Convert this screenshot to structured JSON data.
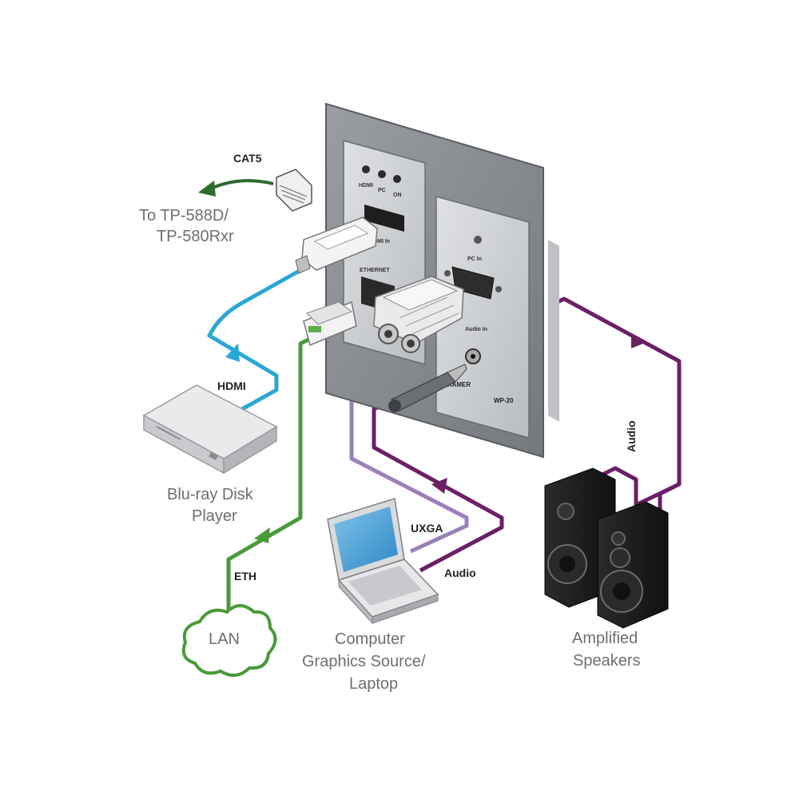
{
  "colors": {
    "hdmi": "#2aa7d4",
    "eth": "#4b9a3a",
    "cat5": "#2e6b2e",
    "uxga": "#9a80b8",
    "audio": "#6b1f66",
    "plate": "#8a8d92",
    "panel": "#c9ccd0"
  },
  "labels": {
    "cat5": "CAT5",
    "to_receiver_line1": "To TP-588D/",
    "to_receiver_line2": "TP-580Rxr",
    "hdmi": "HDMI",
    "bluray_line1": "Blu-ray Disk",
    "bluray_line2": "Player",
    "eth": "ETH",
    "lan": "LAN",
    "uxga": "UXGA",
    "audio_laptop": "Audio",
    "audio_speakers": "Audio",
    "computer_line1": "Computer",
    "computer_line2": "Graphics Source/",
    "computer_line3": "Laptop",
    "speakers_line1": "Amplified",
    "speakers_line2": "Speakers"
  },
  "device": {
    "led_hdmi": "HDMI",
    "led_pc": "PC",
    "led_on": "ON",
    "hdmi_in": "HDMI In",
    "ethernet": "ETHERNET",
    "pc_in": "PC In",
    "audio_in": "Audio In",
    "brand": "KRAMER",
    "model": "WP-20"
  },
  "icons": {
    "bluray": "bluray-player-icon",
    "laptop": "laptop-icon",
    "speakers": "speakers-icon",
    "lan": "cloud-icon",
    "rj45": "rj45-connector-icon"
  }
}
